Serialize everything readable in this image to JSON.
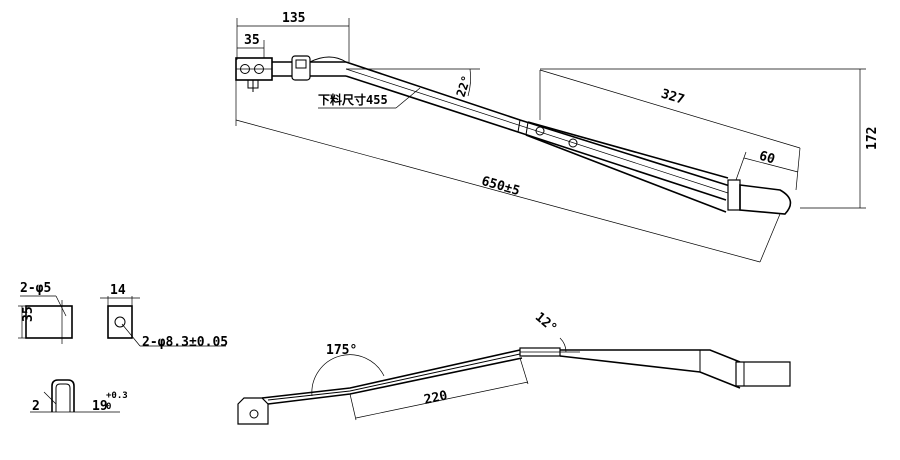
{
  "top_view": {
    "dim_135": "135",
    "dim_35": "35",
    "cut_size_note": "下料尺寸455",
    "angle_22": "22°",
    "dim_327": "327",
    "dim_60": "60",
    "dim_650": "650±5",
    "dim_172": "172"
  },
  "detail_left": {
    "hole_2phi5": "2-φ5",
    "dim_35v": "35",
    "dim_14": "14",
    "hole_2phi83": "2-φ8.3±0.05",
    "dim_2": "2",
    "dim_19": "19",
    "tol_upper": "+0.3",
    "tol_lower": "0"
  },
  "side_view": {
    "angle_175": "175°",
    "angle_12": "12°",
    "dim_220": "220"
  }
}
